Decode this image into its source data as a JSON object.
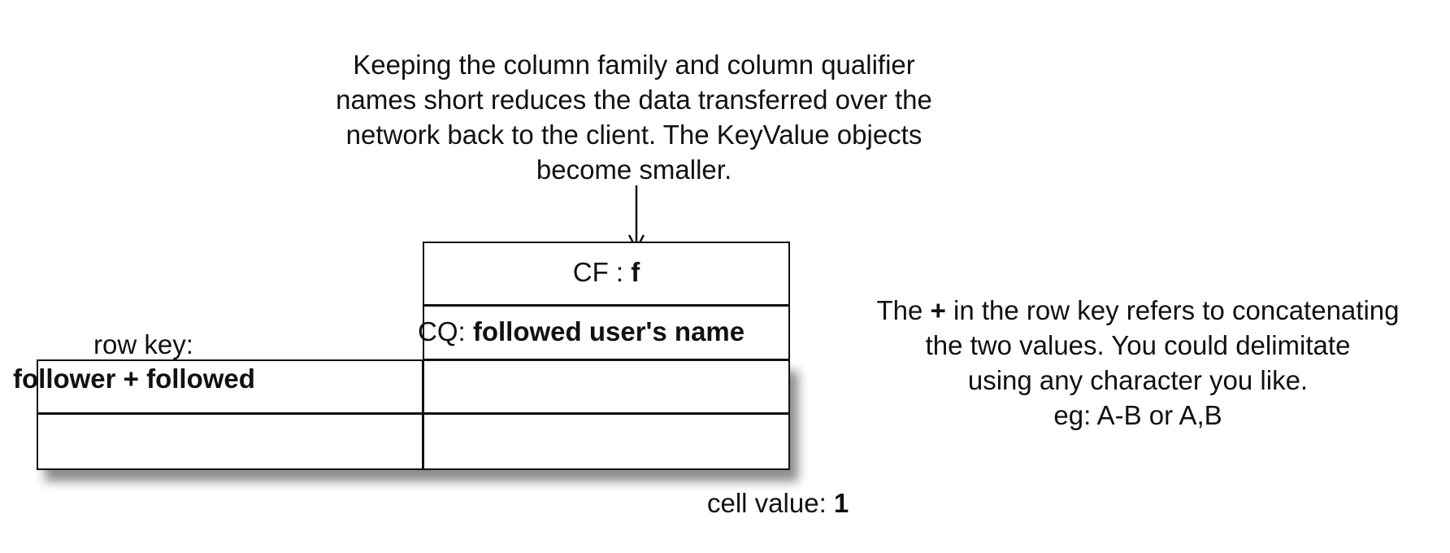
{
  "notes": {
    "top_lines": [
      "Keeping the column family and column qualifier",
      "names short reduces the data transferred over the",
      "network back to the client. The KeyValue objects",
      "become smaller."
    ],
    "right_line1_pre": "The ",
    "right_line1_bold": "+",
    "right_line1_post": " in the row key refers to concatenating",
    "right_line2": "the two values. You could delimitate",
    "right_line3": "using any character you like.",
    "right_line4": "eg: A-B or A,B"
  },
  "table": {
    "cf_label": "CF : ",
    "cf_value": "f",
    "cq_label": "CQ: ",
    "cq_value": "followed user's name",
    "row_key_label": "row key:",
    "row_key_value": "follower + followed",
    "cell_value_label": "cell value: ",
    "cell_value": "1"
  }
}
